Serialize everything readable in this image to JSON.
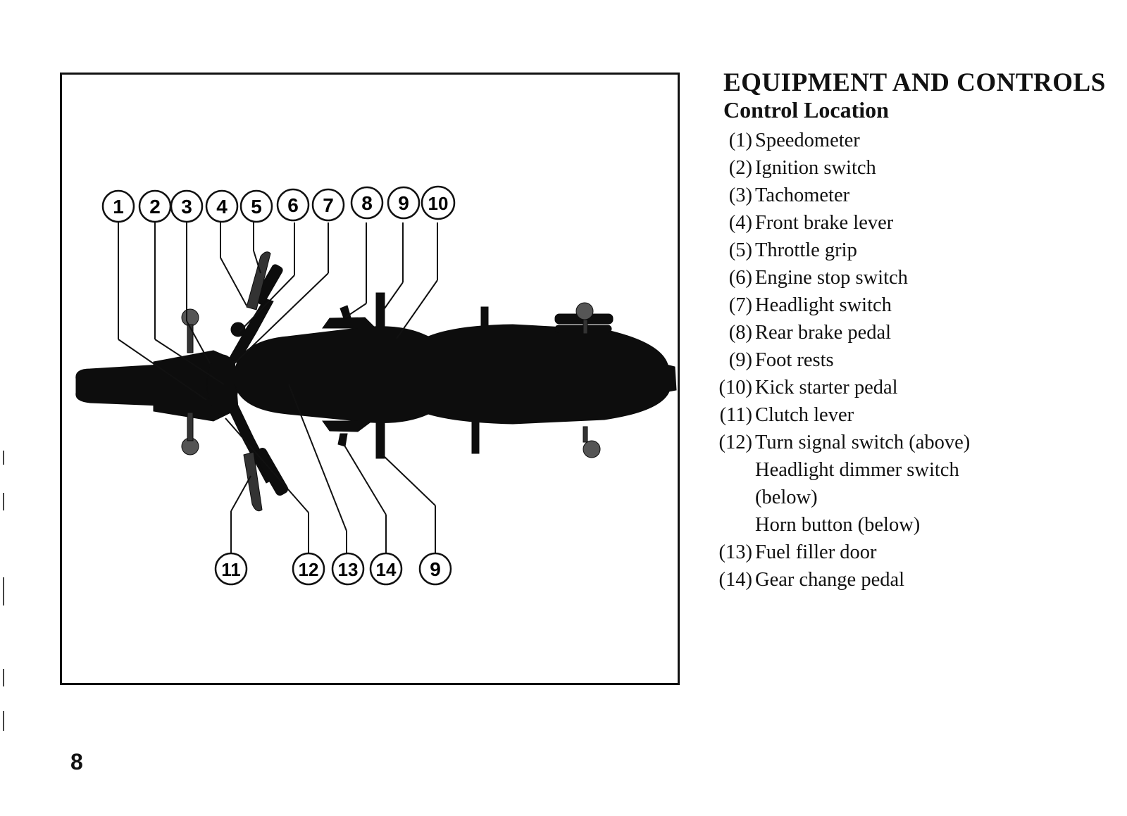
{
  "header": {
    "title": "EQUIPMENT AND CONTROLS",
    "subtitle": "Control Location"
  },
  "diagram": {
    "top_callouts": [
      "1",
      "2",
      "3",
      "4",
      "5",
      "6",
      "7",
      "8",
      "9",
      "10"
    ],
    "bottom_callouts": [
      "11",
      "12",
      "13",
      "14",
      "9"
    ]
  },
  "legend": [
    {
      "num": "(1)",
      "text": "Speedometer"
    },
    {
      "num": "(2)",
      "text": "Ignition switch"
    },
    {
      "num": "(3)",
      "text": "Tachometer"
    },
    {
      "num": "(4)",
      "text": "Front brake lever"
    },
    {
      "num": "(5)",
      "text": "Throttle grip"
    },
    {
      "num": "(6)",
      "text": "Engine stop switch"
    },
    {
      "num": "(7)",
      "text": "Headlight switch"
    },
    {
      "num": "(8)",
      "text": "Rear brake pedal"
    },
    {
      "num": "(9)",
      "text": "Foot rests"
    },
    {
      "num": "(10)",
      "text": "Kick starter pedal"
    },
    {
      "num": "(11)",
      "text": "Clutch lever"
    },
    {
      "num": "(12)",
      "text": "Turn signal switch (above)",
      "extra": [
        "Headlight dimmer switch",
        "(below)",
        "Horn button (below)"
      ]
    },
    {
      "num": "(13)",
      "text": "Fuel filler door"
    },
    {
      "num": "(14)",
      "text": "Gear change pedal"
    }
  ],
  "footer": {
    "page_number": "8"
  }
}
